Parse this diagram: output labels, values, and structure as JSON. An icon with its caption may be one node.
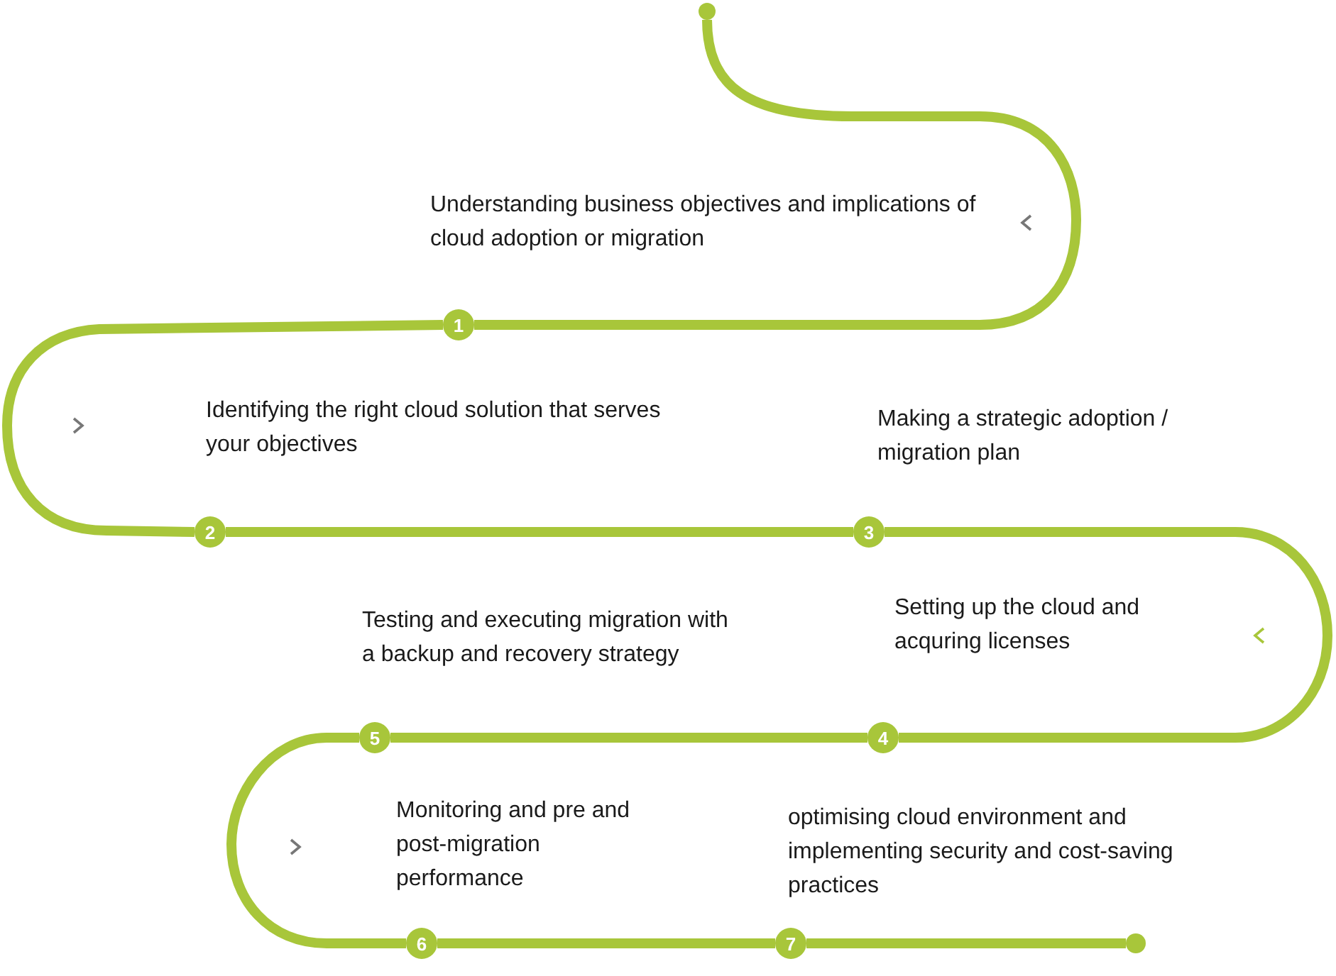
{
  "diagram": {
    "nodes": [
      {
        "text": [],
        "shape": "circle"
      },
      {
        "text": [
          "1"
        ],
        "beside": [
          "Understanding business objectives and implications of cloud adoption or migration"
        ]
      },
      {
        "text": [
          "2"
        ],
        "beside": [
          "Identifying the right cloud solution that serves your objectives"
        ]
      },
      {
        "text": [
          "3"
        ],
        "beside": [
          "Making a strategic adoption / migration plan"
        ]
      },
      {
        "text": [
          "4"
        ],
        "beside": [
          "Setting up the cloud and acquring licenses"
        ]
      },
      {
        "text": [
          "5"
        ],
        "beside": [
          "Testing and executing migration with a backup and recovery strategy"
        ]
      },
      {
        "text": [
          "6"
        ],
        "beside": [
          "Monitoring and pre and post-migration performance"
        ]
      },
      {
        "text": [
          "7"
        ],
        "beside": [
          "optimising cloud environment and implementing security and cost-saving practices"
        ]
      },
      {
        "text": [],
        "shape": "circle"
      }
    ],
    "edges": [
      {
        "from": 0,
        "to": 1,
        "arrow": "none"
      },
      {
        "from": 1,
        "to": 2,
        "arrow": "none"
      },
      {
        "from": 2,
        "to": 3,
        "arrow": "none"
      },
      {
        "from": 3,
        "to": 4,
        "arrow": "none"
      },
      {
        "from": 4,
        "to": 5,
        "arrow": "none"
      },
      {
        "from": 5,
        "to": 6,
        "arrow": "none"
      },
      {
        "from": 6,
        "to": 7,
        "arrow": "none"
      },
      {
        "from": 7,
        "to": 8,
        "arrow": "none"
      }
    ]
  }
}
